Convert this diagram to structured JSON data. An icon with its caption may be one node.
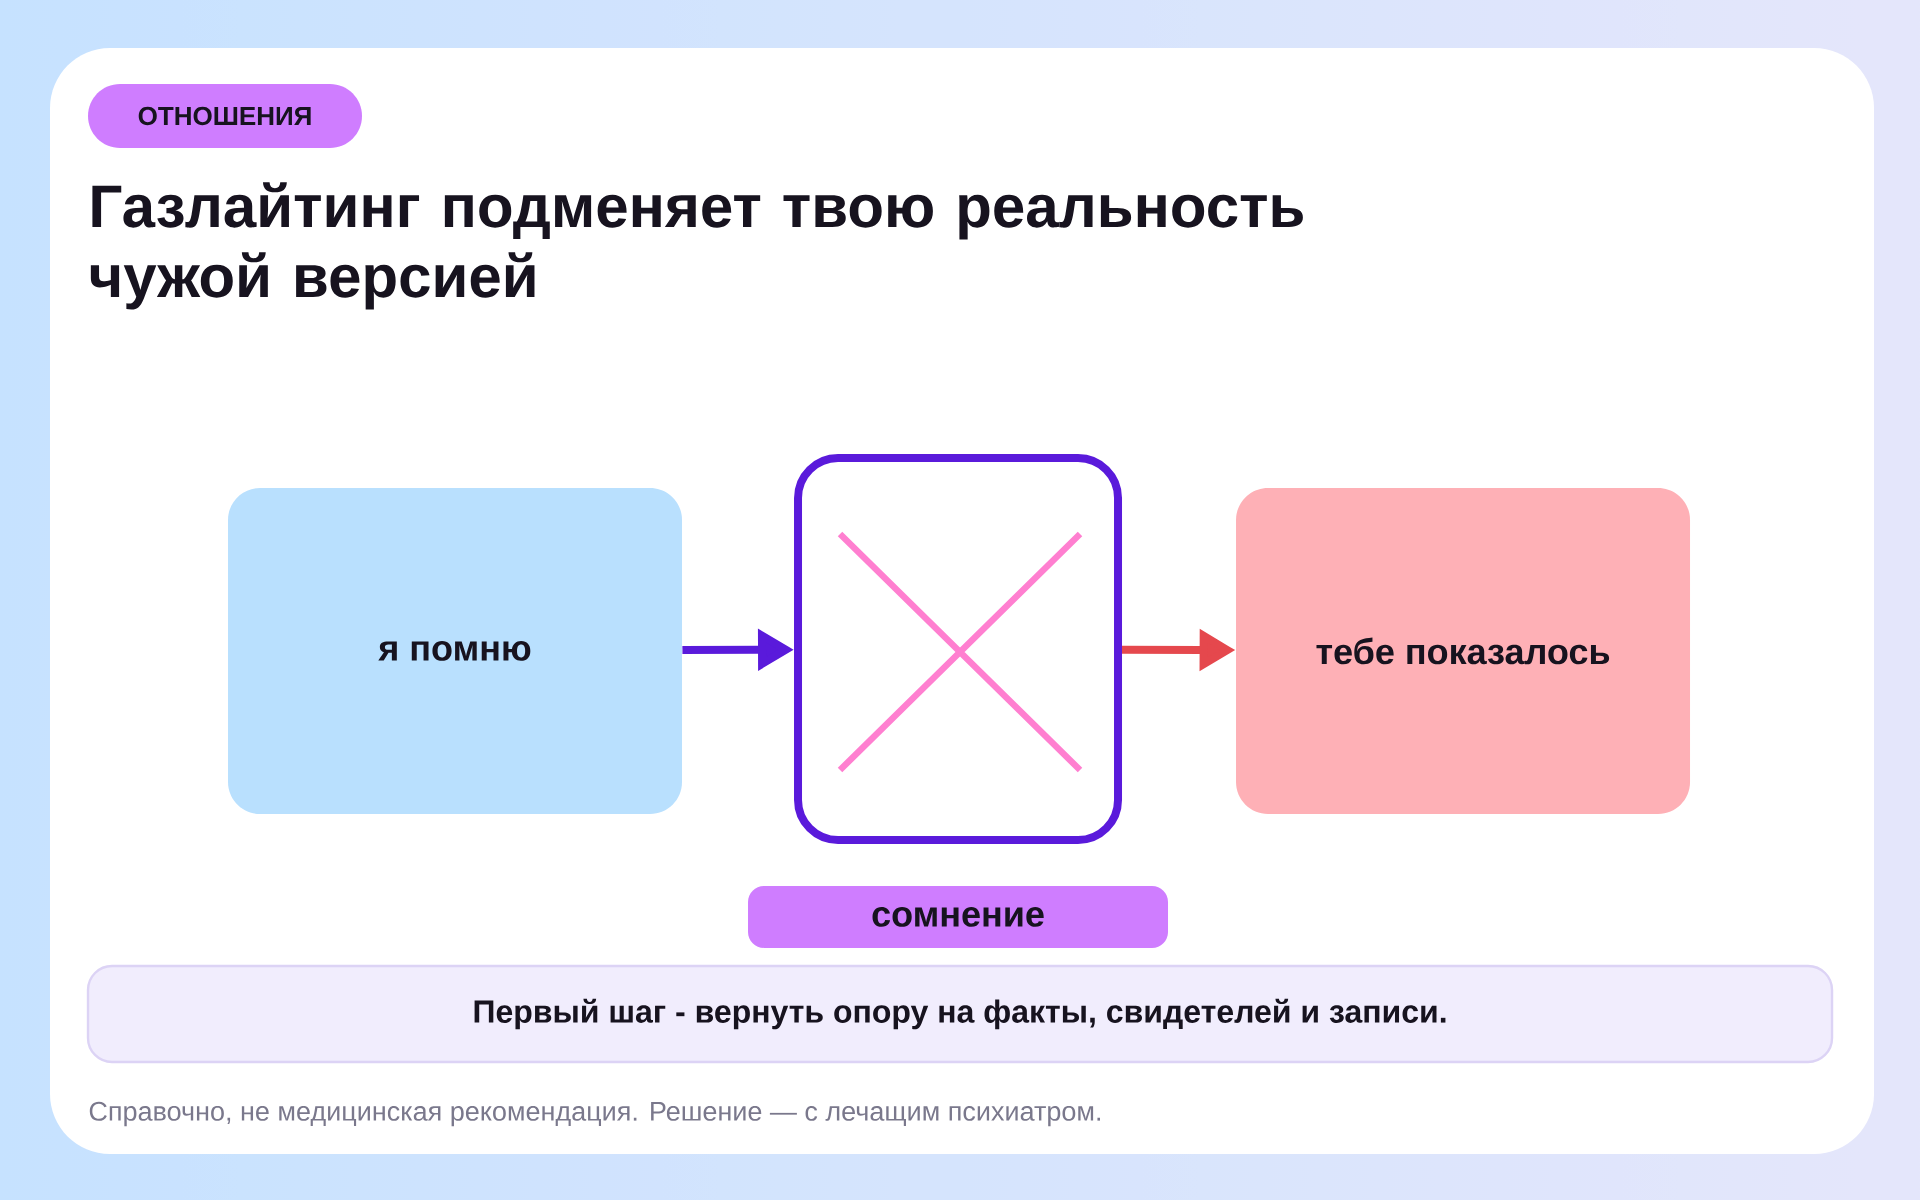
{
  "diagram": {
    "title": "Газлайтинг подменяет твою реальность чужой версией",
    "nodes": [
      {
        "text": [
          "ОТНОШЕНИЯ"
        ]
      },
      {
        "text": [
          "я помню"
        ]
      },
      {
        "text": [],
        "shape": "box"
      },
      {
        "text": [
          "тебе показалось"
        ]
      },
      {
        "text": [
          "сомнение"
        ]
      },
      {
        "text": [
          "Первый шаг - вернуть опору на факты, свидетелей и записи."
        ]
      }
    ],
    "edges": [
      {
        "from": 1,
        "to": 2,
        "arrow": "to",
        "color": "#5a1adb"
      },
      {
        "from": 2,
        "to": 3,
        "arrow": "to",
        "color": "#e5484d"
      }
    ],
    "labels": [
      "Справочно, не медицинская рекомендация. Решение — с лечащим психиатром."
    ]
  }
}
